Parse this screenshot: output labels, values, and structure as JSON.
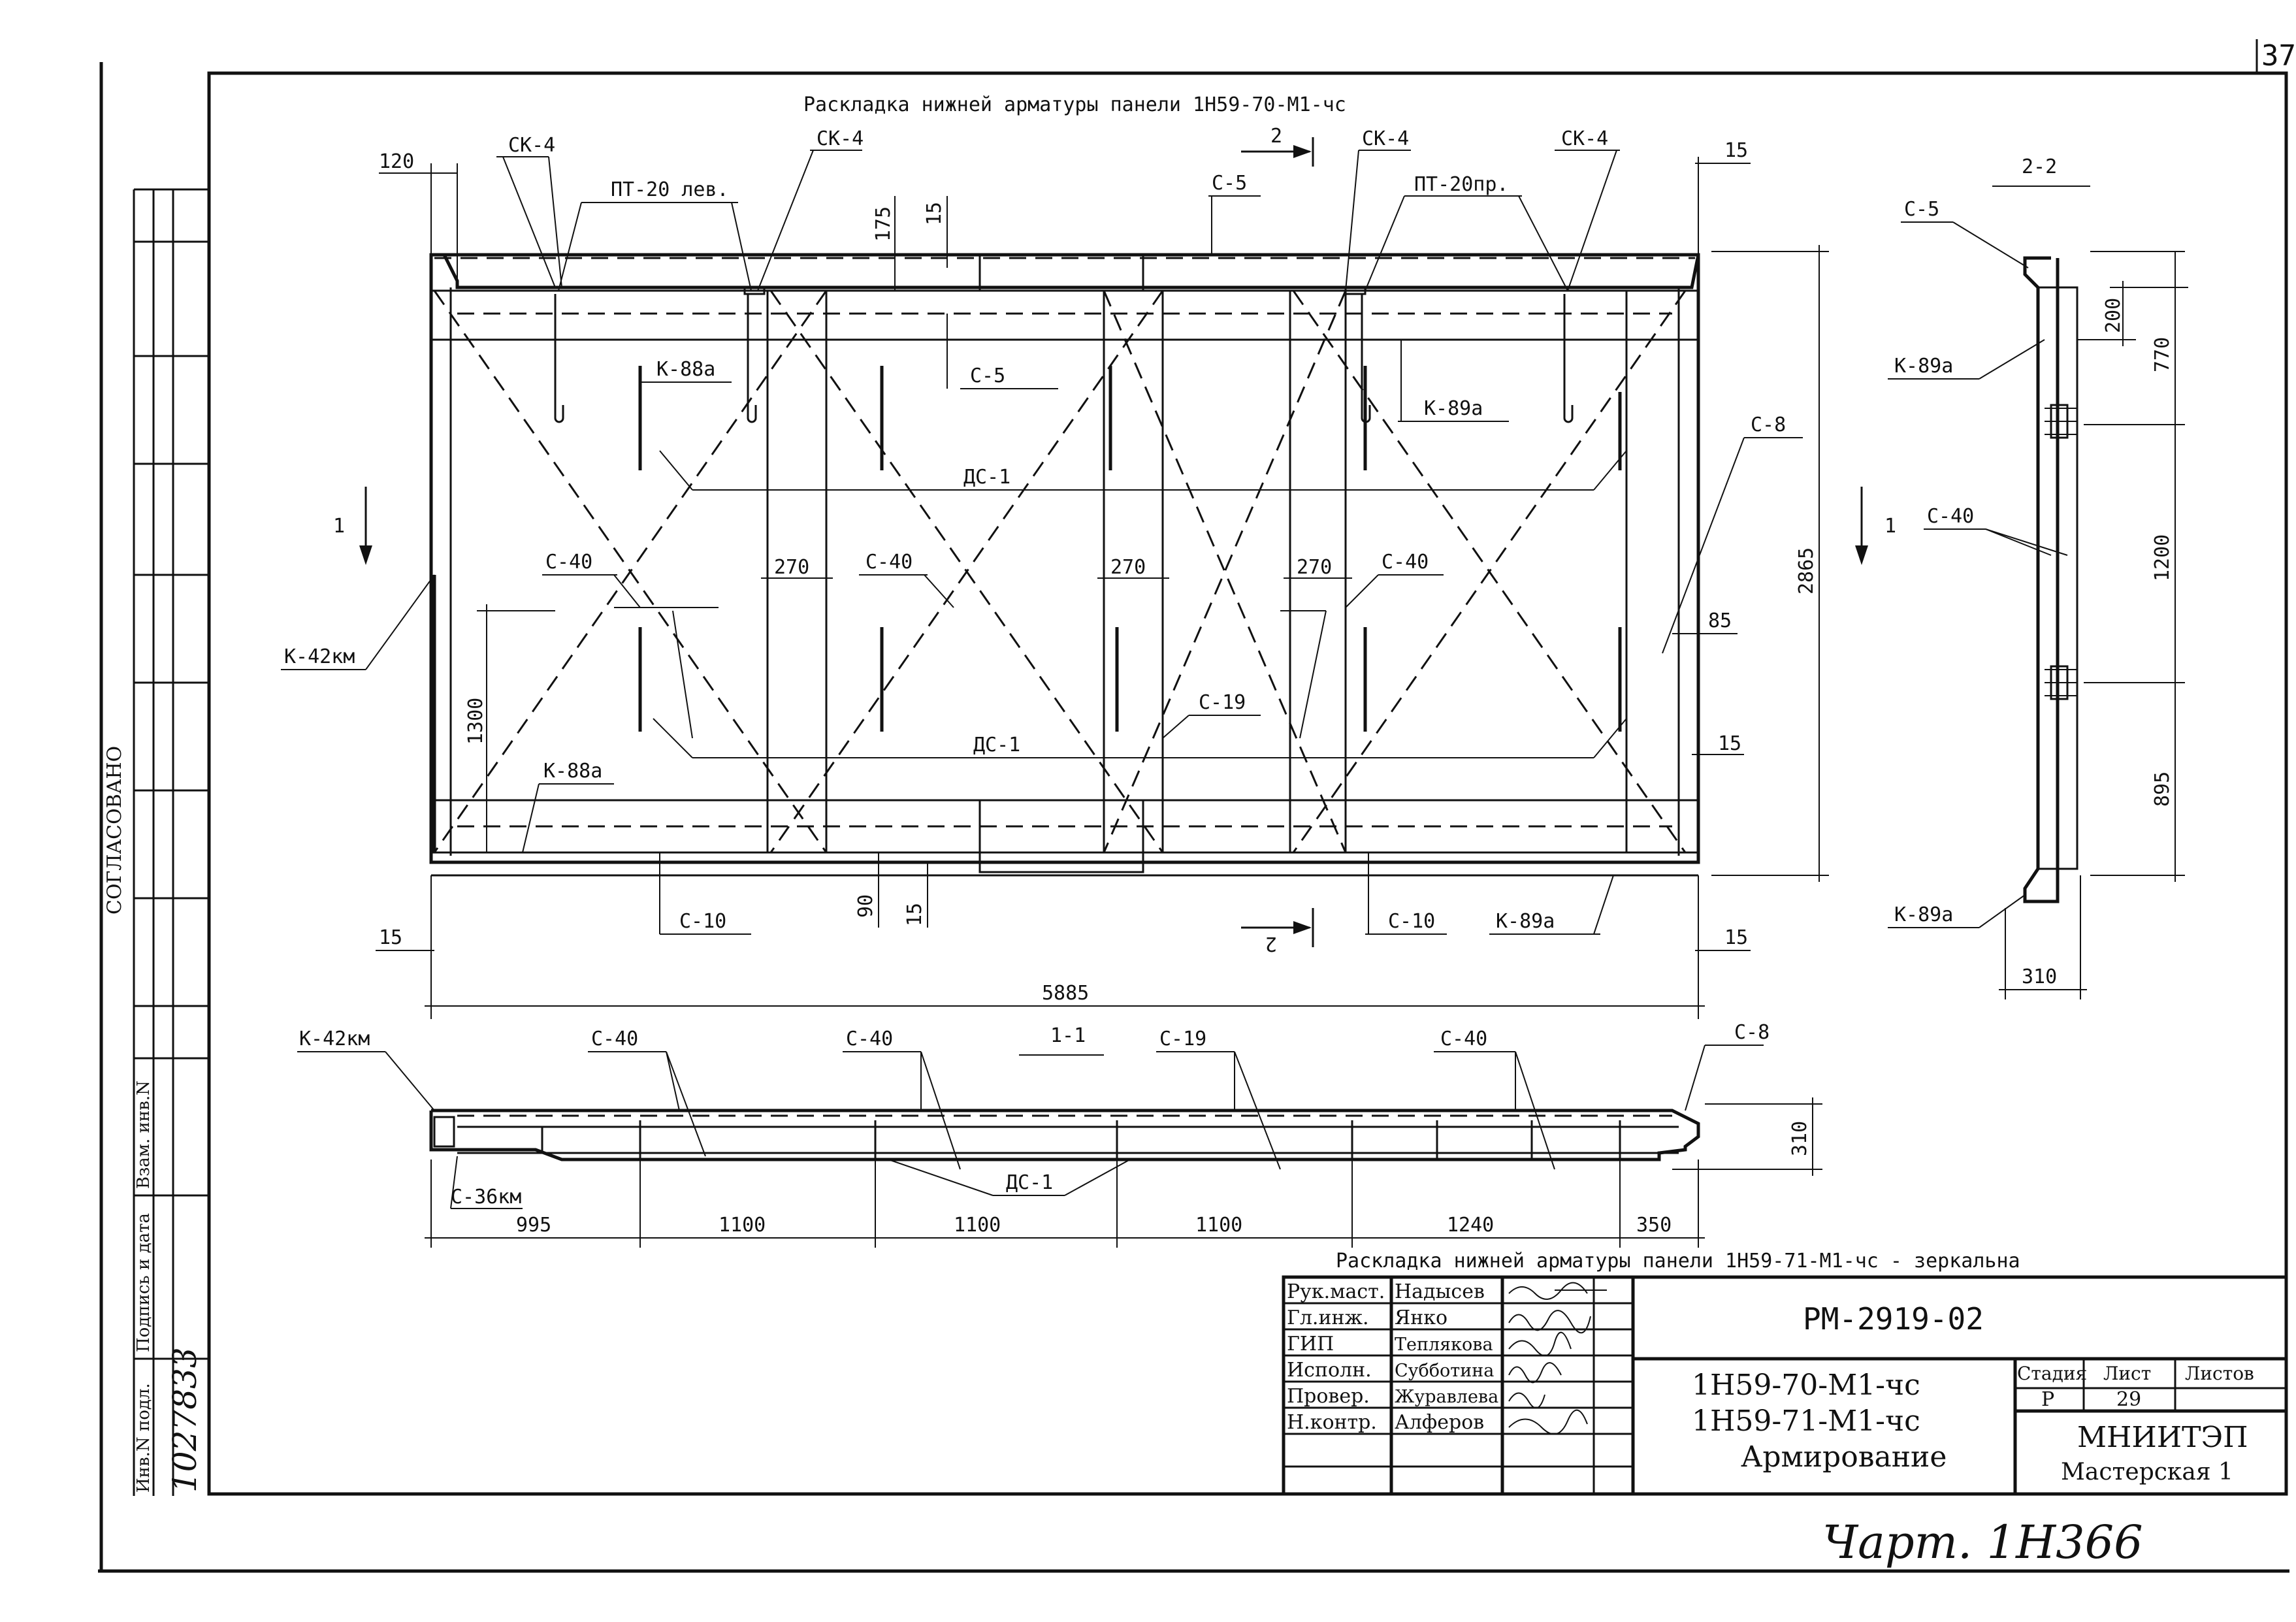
{
  "sheet_number": "37",
  "side": {
    "agreed": "СОГЛАСОВАНО",
    "inv_no": "Инв.N подл.",
    "sign_date": "Подпись и дата",
    "vzam": "Взам. инв.N",
    "inv_value": "1027833"
  },
  "plan": {
    "title": "Раскладка нижней арматуры панели 1Н59-70-М1-чс",
    "labels": {
      "sk4_a": "СК-4",
      "sk4_b": "СК-4",
      "sk4_c": "СК-4",
      "sk4_d": "СК-4",
      "pt20_left": "ПТ-20 лев.",
      "pt20_right": "ПТ-20пр.",
      "c5_top": "С-5",
      "c5_mid": "С-5",
      "k88a_top": "К-88а",
      "k88a_bot": "К-88а",
      "k89a_top": "К-89а",
      "k89a_bot": "К-89а",
      "dc1_top": "ДС-1",
      "dc1_bot": "ДС-1",
      "c40_a": "С-40",
      "c40_b": "С-40",
      "c40_c": "С-40",
      "c19": "С-19",
      "c8": "С-8",
      "k42km": "К-42км",
      "c10_a": "С-10",
      "c10_b": "С-10",
      "sec1_top": "1",
      "sec1_right": "1",
      "sec2_top": "2",
      "sec2_bot": "2"
    },
    "dims": {
      "d120": "120",
      "d175": "175",
      "d15a": "15",
      "d15_tr": "15",
      "d270a": "270",
      "d270b": "270",
      "d270c": "270",
      "d1300": "1300",
      "d2865": "2865",
      "d85": "85",
      "d15_r": "15",
      "d15_bl": "15",
      "d90": "90",
      "d15_b": "15",
      "d15_br": "15",
      "d5885": "5885"
    }
  },
  "section22": {
    "title": "2-2",
    "c5": "С-5",
    "k89a_top": "К-89а",
    "c40": "С-40",
    "k89a_bot": "К-89а",
    "d200": "200",
    "d770": "770",
    "d1200": "1200",
    "d895": "895",
    "d310": "310"
  },
  "section11": {
    "title": "1-1",
    "k42km": "К-42км",
    "c40_a": "С-40",
    "c40_b": "С-40",
    "c19": "С-19",
    "c40_c": "С-40",
    "c8": "С-8",
    "dc1": "ДС-1",
    "c36km": "С-36км",
    "d995": "995",
    "d1100a": "1100",
    "d1100b": "1100",
    "d1100c": "1100",
    "d1240": "1240",
    "d350": "350",
    "d310": "310"
  },
  "note": "Раскладка нижней арматуры панели 1Н59-71-М1-чс - зеркальна",
  "title_block": {
    "roles": [
      "Рук.маст.",
      "Гл.инж.",
      "ГИП",
      "Исполн.",
      "Провер.",
      "Н.контр."
    ],
    "names": [
      "Надысев",
      "Янко",
      "Теплякова",
      "Субботина",
      "Журавлева",
      "Алферов"
    ],
    "code": "РМ-2919-02",
    "name_line1": "1Н59-70-М1-чс",
    "name_line2": "1Н59-71-М1-чс",
    "name_line3": "Армирование",
    "stage_h": "Стадия",
    "sheet_h": "Лист",
    "sheets_h": "Листов",
    "stage": "Р",
    "sheet": "29",
    "org": "МНИИТЭП",
    "dept": "Мастерская 1"
  },
  "handwritten": "Чарт. 1Н366"
}
